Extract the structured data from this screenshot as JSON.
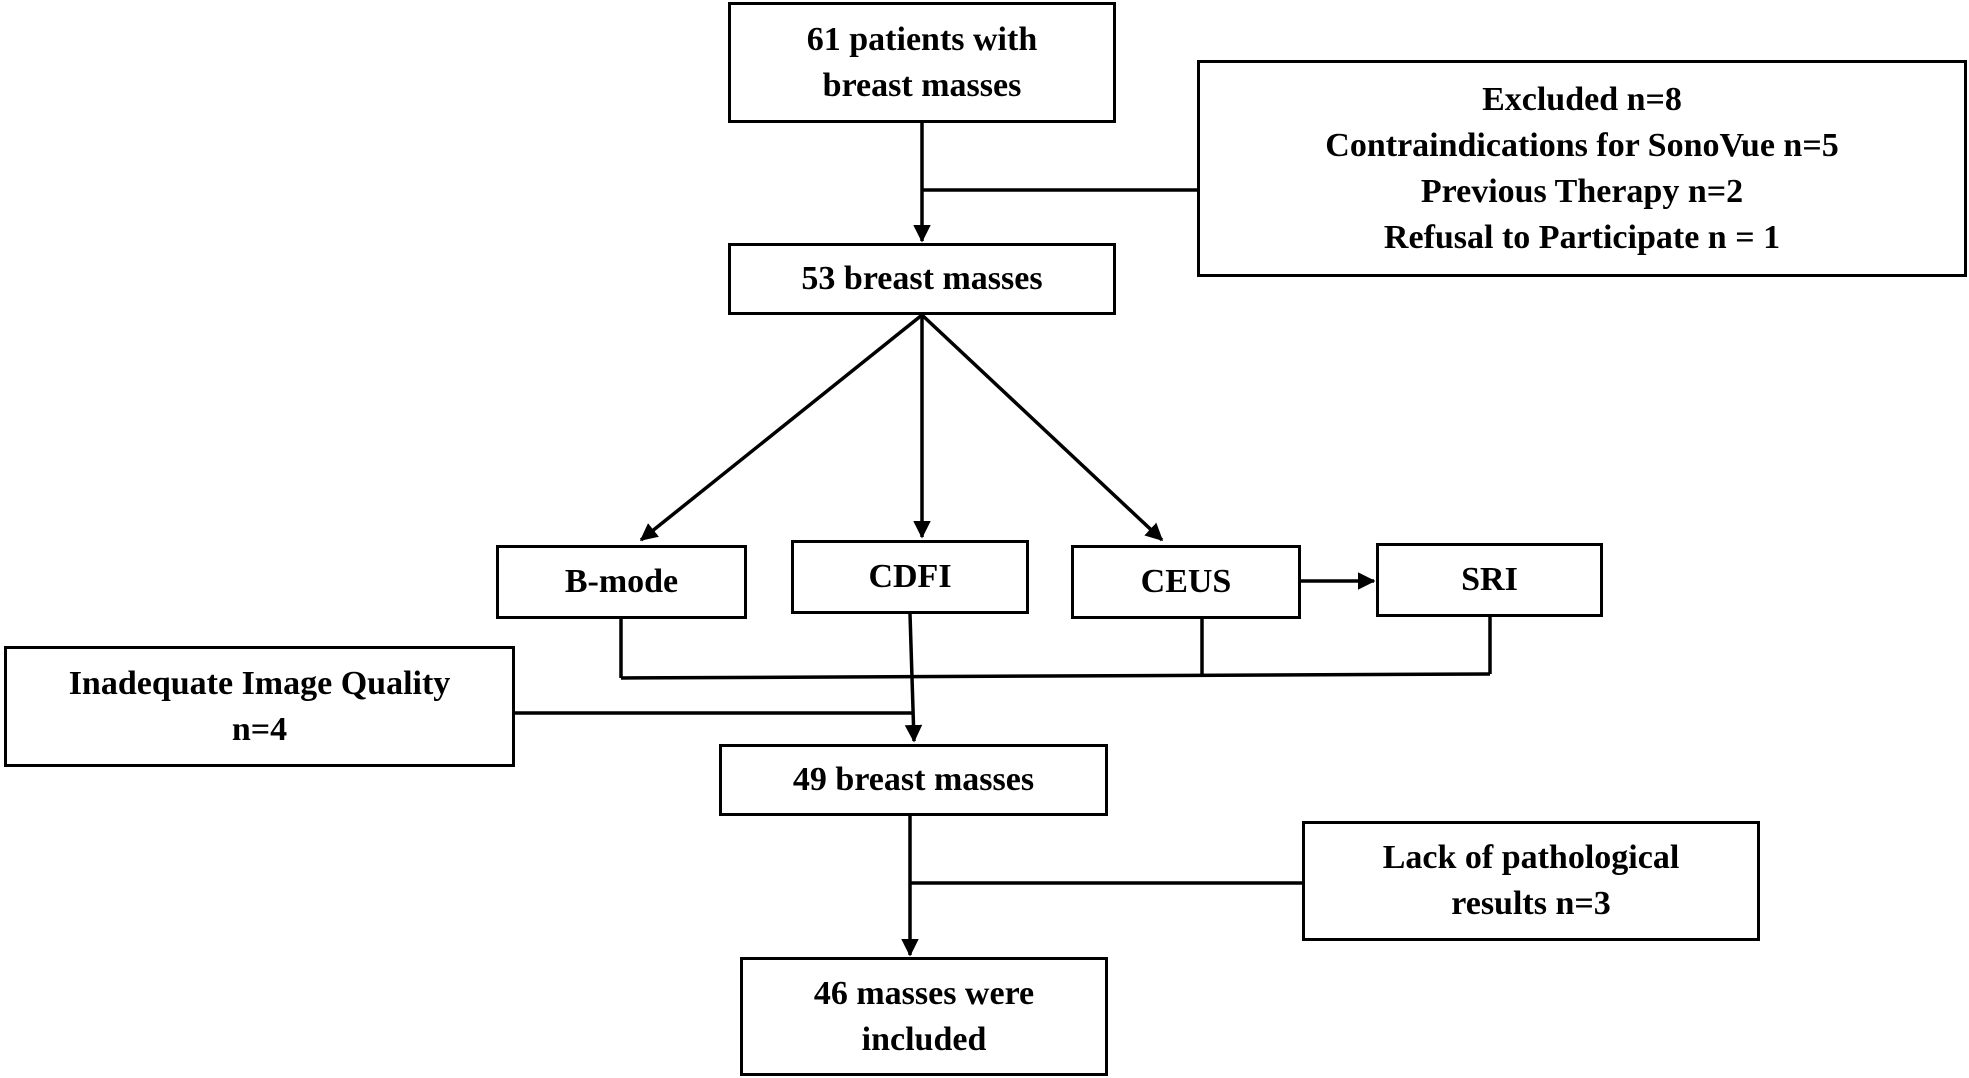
{
  "boxes": {
    "start": [
      "61 patients with",
      "breast masses"
    ],
    "excluded": [
      "Excluded n=8",
      "Contraindications for SonoVue n=5",
      "Previous Therapy n=2",
      "Refusal to Participate n = 1"
    ],
    "masses_53": [
      "53 breast masses"
    ],
    "bmode": [
      "B-mode"
    ],
    "cdfi": [
      "CDFI"
    ],
    "ceus": [
      "CEUS"
    ],
    "sri": [
      "SRI"
    ],
    "inadequate": [
      "Inadequate Image Quality",
      "n=4"
    ],
    "masses_49": [
      "49 breast masses"
    ],
    "lack": [
      "Lack of pathological",
      "results n=3"
    ],
    "included": [
      "46 masses were",
      "included"
    ]
  },
  "style": {
    "line_color": "#000000",
    "box_border": "#000000",
    "background": "#ffffff"
  }
}
